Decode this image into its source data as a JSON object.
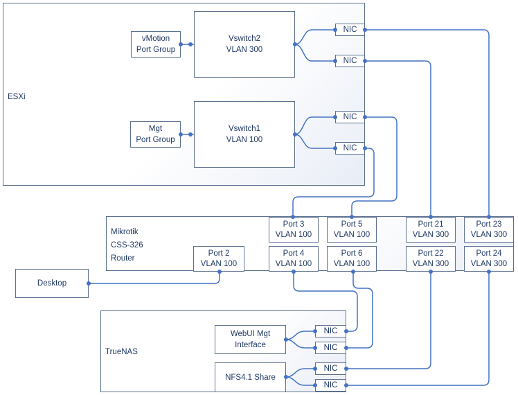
{
  "esxi": {
    "label": "ESXi",
    "vmotion_pg": [
      "vMotion",
      "Port Group"
    ],
    "mgt_pg": [
      "Mgt",
      "Port Group"
    ],
    "vswitch2": [
      "Vswitch2",
      "VLAN 300"
    ],
    "vswitch1": [
      "Vswitch1",
      "VLAN 100"
    ],
    "nic_labels": [
      "NIC",
      "NIC",
      "NIC",
      "NIC"
    ]
  },
  "router": {
    "label": [
      "Mikrotik",
      "CSS-326",
      "Router"
    ],
    "ports": [
      [
        "Port 2",
        "VLAN 100"
      ],
      [
        "Port 3",
        "VLAN 100"
      ],
      [
        "Port 4",
        "VLAN 100"
      ],
      [
        "Port 5",
        "VLAN 100"
      ],
      [
        "Port 6",
        "VLAN 100"
      ],
      [
        "Port 21",
        "VLAN 300"
      ],
      [
        "Port 22",
        "VLAN 300"
      ],
      [
        "Port 23",
        "VLAN 300"
      ],
      [
        "Port 24",
        "VLAN 300"
      ]
    ]
  },
  "desktop": {
    "label": "Desktop"
  },
  "truenas": {
    "label": "TrueNAS",
    "webui": [
      "WebUI Mgt",
      "Interface"
    ],
    "nfs": "NFS4.1 Share",
    "nic_labels": [
      "NIC",
      "NIC",
      "NIC",
      "NIC"
    ]
  },
  "colors": {
    "line": "#4472c4",
    "border": "#5b6f8e",
    "text": "#1f3864"
  }
}
